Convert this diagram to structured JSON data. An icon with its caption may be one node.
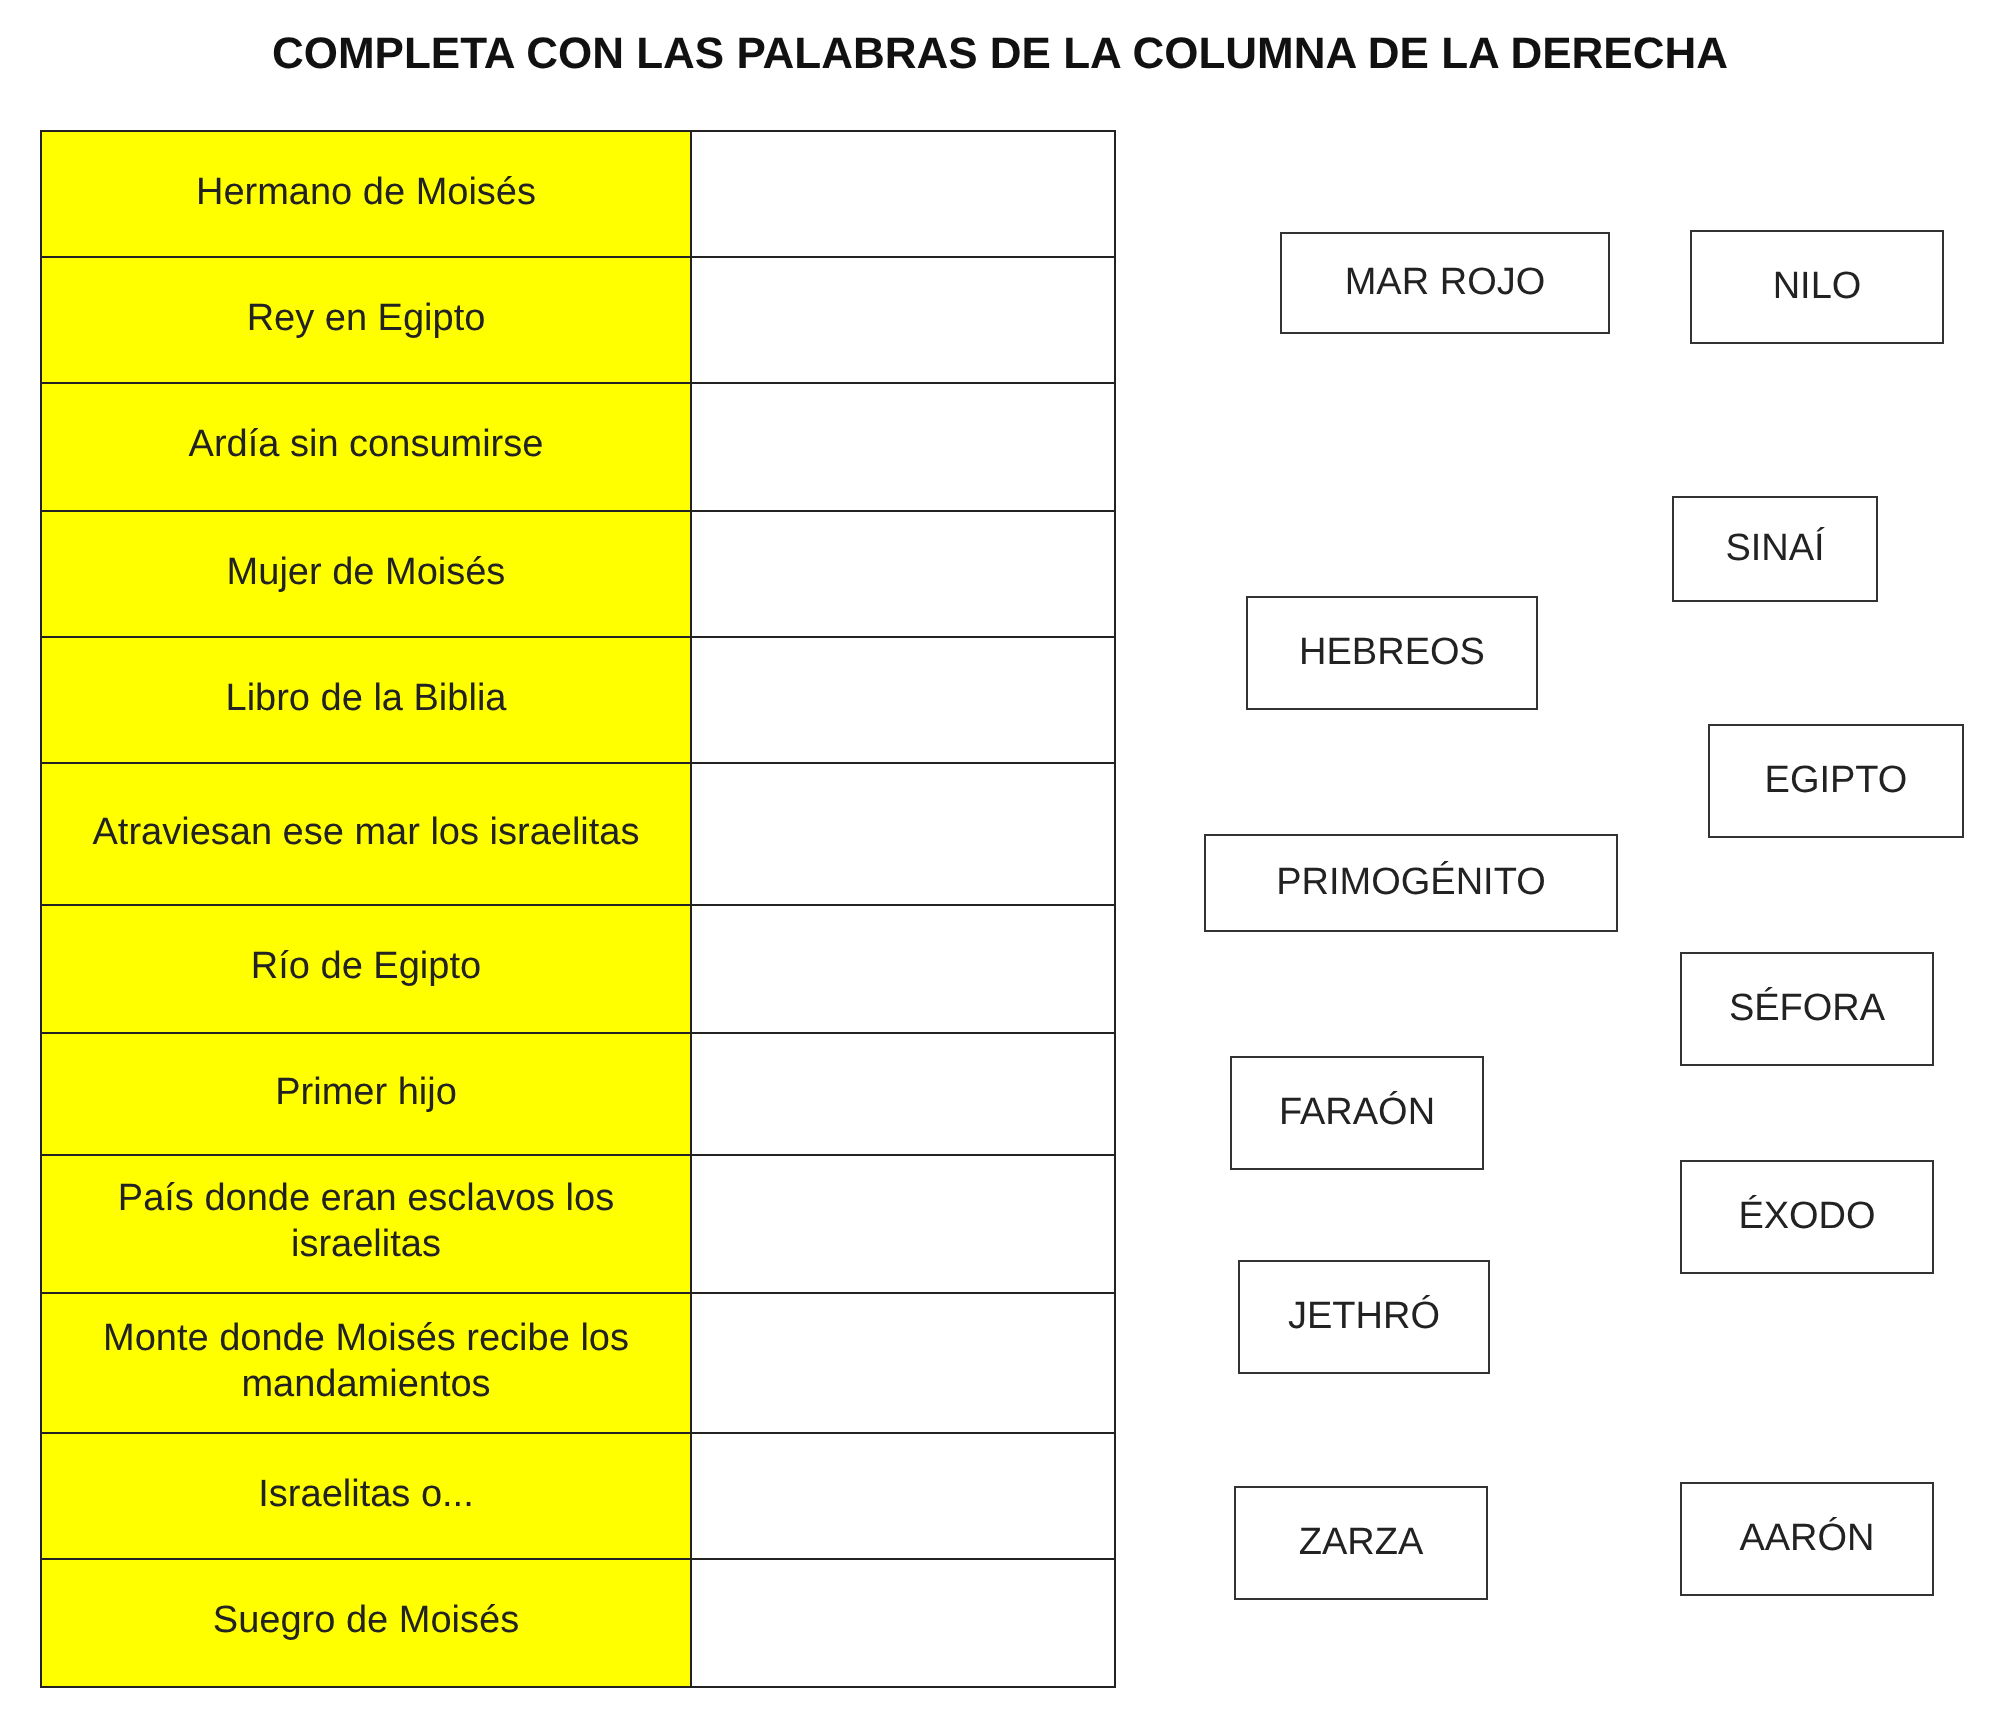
{
  "diagram": {
    "title": "COMPLETA CON LAS PALABRAS DE LA COLUMNA DE LA DERECHA",
    "nodes": [
      {
        "text": [
          "MAR ROJO"
        ]
      },
      {
        "text": [
          "NILO"
        ]
      },
      {
        "text": [
          "SINAÍ"
        ]
      },
      {
        "text": [
          "HEBREOS"
        ]
      },
      {
        "text": [
          "EGIPTO"
        ]
      },
      {
        "text": [
          "PRIMOGÉNITO"
        ]
      },
      {
        "text": [
          "SÉFORA"
        ]
      },
      {
        "text": [
          "FARAÓN"
        ]
      },
      {
        "text": [
          "ÉXODO"
        ]
      },
      {
        "text": [
          "JETHRÓ"
        ]
      },
      {
        "text": [
          "ZARZA"
        ]
      },
      {
        "text": [
          "AARÓN"
        ]
      }
    ],
    "labels": [
      "Hermano de Moisés",
      "Rey en Egipto",
      "Ardía sin consumirse",
      "Mujer de Moisés",
      "Libro de la Biblia",
      "Atraviesan ese mar los israelitas",
      "Río de Egipto",
      "Primer hijo",
      "País donde eran esclavos los israelitas",
      "Monte donde Moisés recibe los mandamientos",
      "Israelitas o...",
      "Suegro de Moisés"
    ]
  }
}
